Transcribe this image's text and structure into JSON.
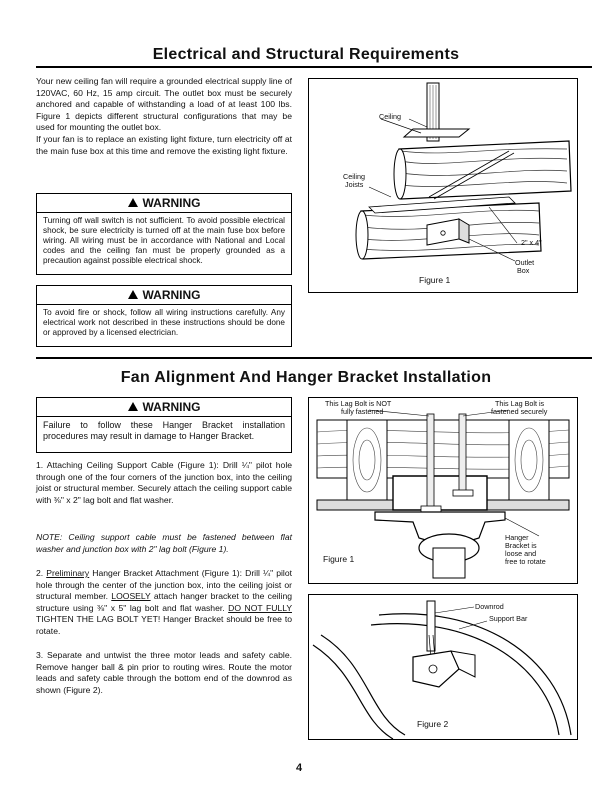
{
  "section1": {
    "title": "Electrical and Structural Requirements",
    "para1": "Your new ceiling fan will require a grounded electrical supply line of 120VAC, 60 Hz, 15 amp circuit. The outlet box must be securely anchored and capable of withstanding a load of at least 100 lbs. Figure 1 depicts different structural configurations that may be used for mounting the outlet box.",
    "para2": "If your fan is to replace an existing light fixture, turn electricity off at the main fuse box at this time and remove the existing light fixture.",
    "warning1": {
      "heading": "WARNING",
      "text": "Turning off wall switch is not sufficient. To avoid possible electrical shock, be sure electricity is turned off at the main fuse box before wiring. All wiring must be in accordance with National and Local codes and the ceiling fan must be properly grounded as a precaution against possible electrical shock."
    },
    "warning2": {
      "heading": "WARNING",
      "text": "To avoid fire or shock, follow all wiring instructions carefully. Any electrical work not described in these instructions should be done or approved by a licensed electrician."
    },
    "figure": {
      "caption": "Figure 1",
      "label_ceiling": "Ceiling",
      "label_joists_1": "Ceiling",
      "label_joists_2": "Joists",
      "label_lumber": "2\" x 4\"",
      "label_box_1": "Outlet",
      "label_box_2": "Box"
    }
  },
  "section2": {
    "title": "Fan Alignment And Hanger Bracket Installation",
    "warning": {
      "heading": "WARNING",
      "text": "Failure to follow these Hanger Bracket installation procedures may result in damage to Hanger Bracket."
    },
    "step1_lead": "1. Attaching Ceiling Support Cable (Figure 1): Drill",
    "step1_rest": "¼\" pilot hole through one of the four corners of the junction box, into the ceiling joist or structural member. Securely attach the ceiling support cable with ⅜\" x 2\" lag bolt and flat washer.",
    "note": "NOTE: Ceiling support cable must be fastened between flat washer and junction box with 2\" lag bolt (Figure 1).",
    "step2_num": "2. ",
    "step2_u": "Preliminary",
    "step2_a": " Hanger Bracket Attachment (Figure 1): Drill ¼\" pilot hole through the center of the junction box, into the ceiling joist or structural member. ",
    "step2_u2": "LOOSELY",
    "step2_b": " attach hanger bracket to the ceiling structure using ⅜\" x 5\" lag bolt and flat washer. ",
    "step2_u3": "DO NOT FULLY",
    "step2_c": " TIGHTEN THE LAG BOLT YET! Hanger Bracket should be free to rotate.",
    "step3": "3. Separate and untwist the three motor leads and safety cable. Remove hanger ball & pin prior to routing wires. Route the motor leads and safety cable through the bottom end of the downrod as shown (Figure 2).",
    "figure1": {
      "caption": "Figure 1",
      "left_1": "This Lag Bolt is NOT",
      "left_2": "fully fastened",
      "right_1": "This Lag Bolt is",
      "right_2": "fastened securely",
      "hb_1": "Hanger",
      "hb_2": "Bracket is",
      "hb_3": "loose and",
      "hb_4": "free to rotate"
    },
    "figure2": {
      "caption": "Figure 2",
      "downrod": "Downrod",
      "support_bar": "Support Bar"
    }
  },
  "page_number": "4"
}
